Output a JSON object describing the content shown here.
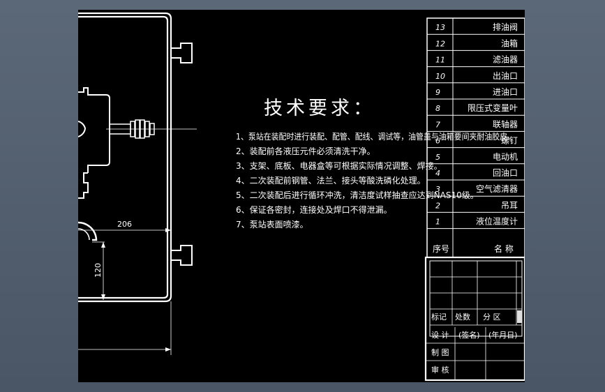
{
  "title": "技术要求：",
  "requirements": [
    "1、泵站在装配时进行装配、配管、配线、调试等，油管盖与油箱要间夹耐油胶皮。",
    "2、装配前各液压元件必须清洗干净。",
    "3、支架、底板、电器盒等可根据实际情况调整、焊接。",
    "4、二次装配前钢管、法兰、接头等酸洗磷化处理。",
    "5、二次装配后进行循环冲洗，清洁度试样抽查应达到NAS10级。",
    "6、保证各密封，连接处及焊口不得泄漏。",
    "7、泵站表面喷漆。"
  ],
  "dimensions": {
    "width": "206",
    "height": "120"
  },
  "parts": [
    {
      "no": "13",
      "name": "排油阀"
    },
    {
      "no": "12",
      "name": "油箱"
    },
    {
      "no": "11",
      "name": "滤油器"
    },
    {
      "no": "10",
      "name": "出油口"
    },
    {
      "no": "9",
      "name": "进油口"
    },
    {
      "no": "8",
      "name": "限压式变量叶"
    },
    {
      "no": "7",
      "name": "联轴器"
    },
    {
      "no": "6",
      "name": "螺钉"
    },
    {
      "no": "5",
      "name": "电动机"
    },
    {
      "no": "4",
      "name": "回油口"
    },
    {
      "no": "3",
      "name": "空气滤清器"
    },
    {
      "no": "2",
      "name": "吊耳"
    },
    {
      "no": "1",
      "name": "液位温度计"
    }
  ],
  "parts_header": {
    "no": "序号",
    "name": "名 称"
  },
  "title_block": {
    "mark": "标记",
    "count": "处数",
    "zone": "分 区",
    "design": "设 计",
    "signature": "(签名)",
    "date": "(年月日)",
    "drafting": "制 图",
    "review": "审 核"
  }
}
